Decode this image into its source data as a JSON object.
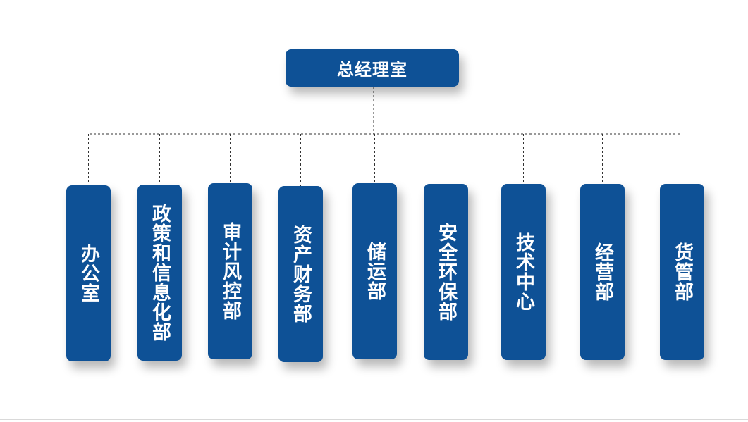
{
  "org_chart": {
    "root": "总经理室",
    "departments": [
      "办公室",
      "政策和信息化部",
      "审计风控部",
      "资产财务部",
      "储运部",
      "安全环保部",
      "技术中心",
      "经营部",
      "货管部"
    ]
  },
  "colors": {
    "box_fill": "#0e5196",
    "text": "#ffffff",
    "connector": "#333333"
  }
}
